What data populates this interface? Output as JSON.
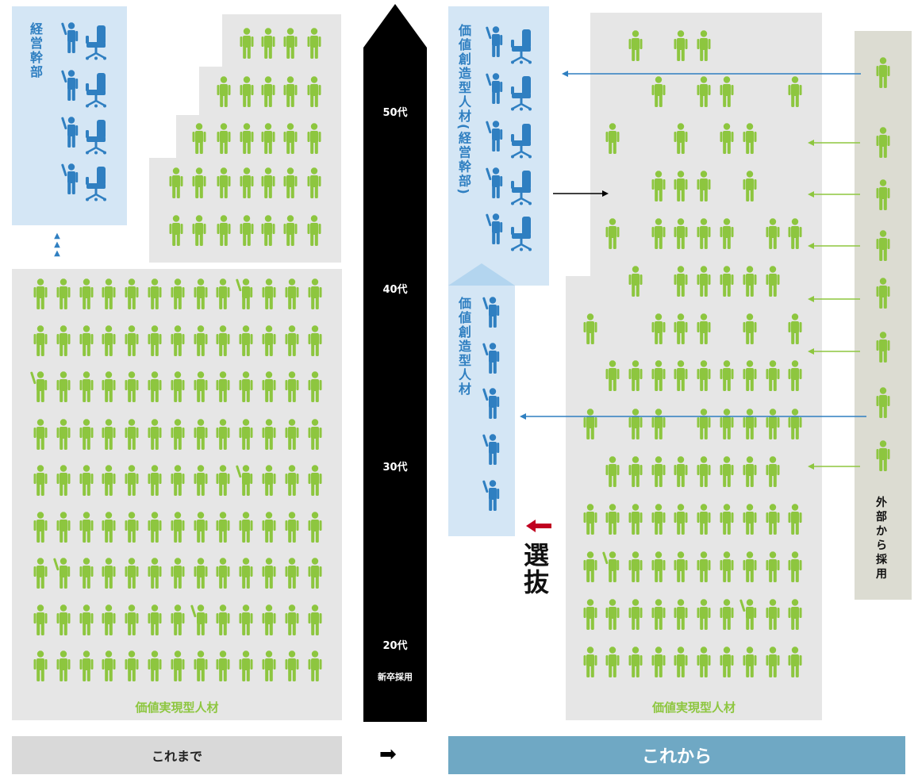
{
  "left": {
    "executives_label": "経営幹部",
    "value_realization_label": "価値実現型人材",
    "footer_label": "これまで"
  },
  "center": {
    "ages": [
      "50代",
      "40代",
      "30代",
      "20代"
    ],
    "new_grad_label": "新卒採用",
    "transition_arrow": "➡"
  },
  "right": {
    "value_creation_exec_label": "価値創造型人材(経営幹部)",
    "value_creation_label": "価値創造型人材",
    "selection_label": "選抜",
    "external_hire_label": "外部から採用",
    "value_realization_label": "価値実現型人材",
    "footer_label": "これから"
  },
  "colors": {
    "green": "#8dc63f",
    "blue": "#2f7fc1",
    "panel_gray": "#e6e6e6",
    "panel_blue": "#d4e6f5",
    "footer_teal": "#6fa8c4",
    "footer_gray": "#d9d9d9",
    "selection_red": "#c00020"
  },
  "icons": [
    "person-icon",
    "waving-person-icon",
    "office-chair-icon",
    "up-arrow-icon",
    "left-arrow-icon",
    "right-arrow-icon"
  ]
}
